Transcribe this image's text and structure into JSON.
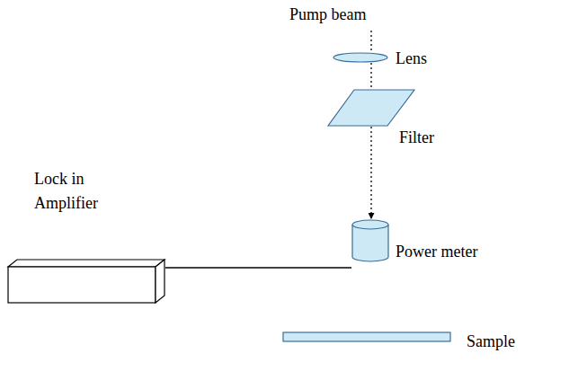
{
  "diagram": {
    "nodes": [
      {
        "text": [
          "Lens"
        ]
      },
      {
        "text": [
          "Filter"
        ]
      },
      {
        "text": [
          "Lock in Amplifier"
        ]
      },
      {
        "text": [
          "Power meter"
        ]
      },
      {
        "text": [
          "Sample"
        ]
      }
    ],
    "edges": [
      {
        "from": 2,
        "to": 3,
        "arrow": "none"
      },
      {
        "from": 0,
        "to": 1,
        "arrow": "none"
      },
      {
        "from": 1,
        "to": 3,
        "arrow": "to"
      }
    ],
    "labels": [
      "Pump beam"
    ]
  }
}
